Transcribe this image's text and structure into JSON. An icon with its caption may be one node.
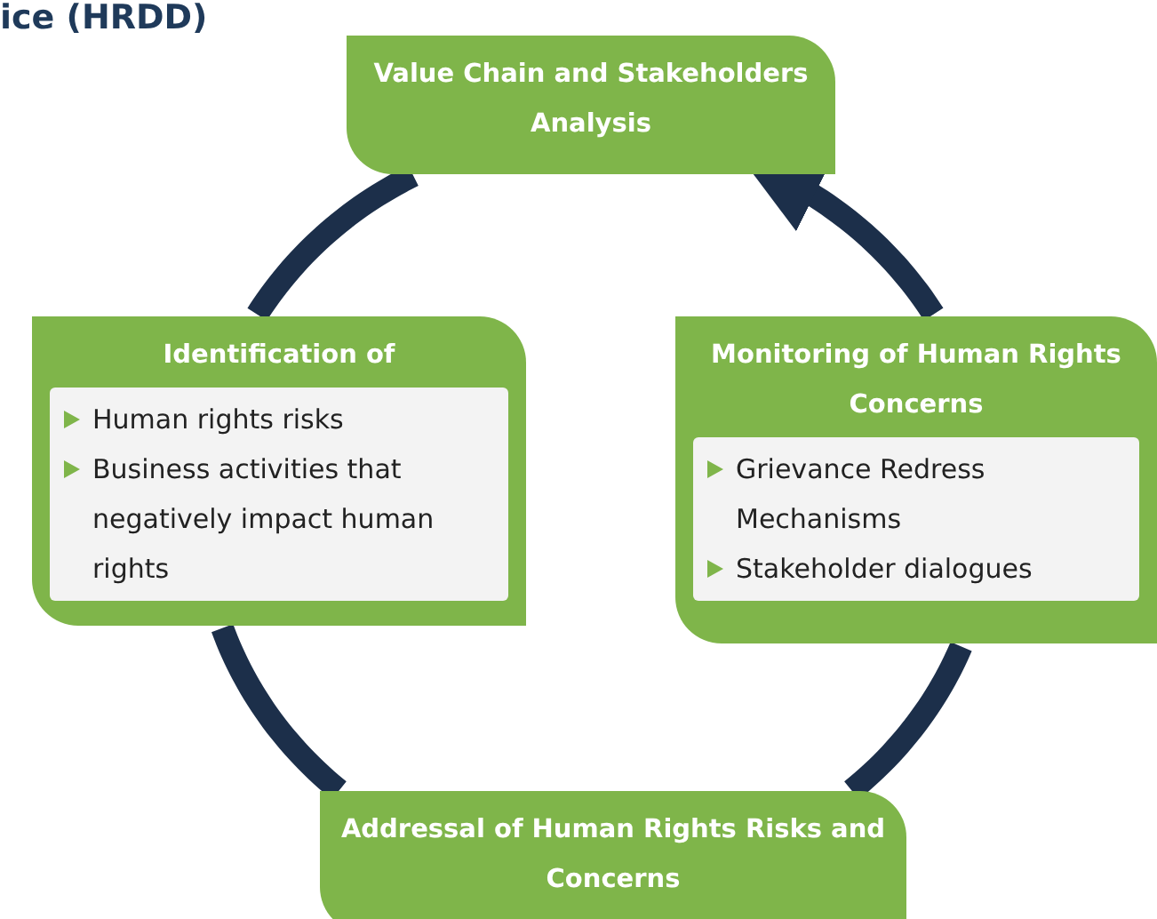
{
  "diagram": {
    "title": "ice (HRDD)",
    "nodes": [
      {
        "text": [
          "Value Chain and Stakeholders Analysis"
        ]
      },
      {
        "text": [
          "Identification of",
          "Human rights risks",
          "Business activities that negatively impact human rights"
        ]
      },
      {
        "text": [
          "Monitoring of Human Rights Concerns",
          "Grievance Redress Mechanisms",
          "Stakeholder dialogues"
        ]
      },
      {
        "text": [
          "Addressal of Human Rights Risks and Concerns"
        ]
      }
    ],
    "edges": [
      {
        "from": 0,
        "to": 1,
        "arrow": "none"
      },
      {
        "from": 1,
        "to": 3,
        "arrow": "none"
      },
      {
        "from": 3,
        "to": 2,
        "arrow": "none"
      },
      {
        "from": 2,
        "to": 0,
        "arrow": "to"
      }
    ]
  }
}
